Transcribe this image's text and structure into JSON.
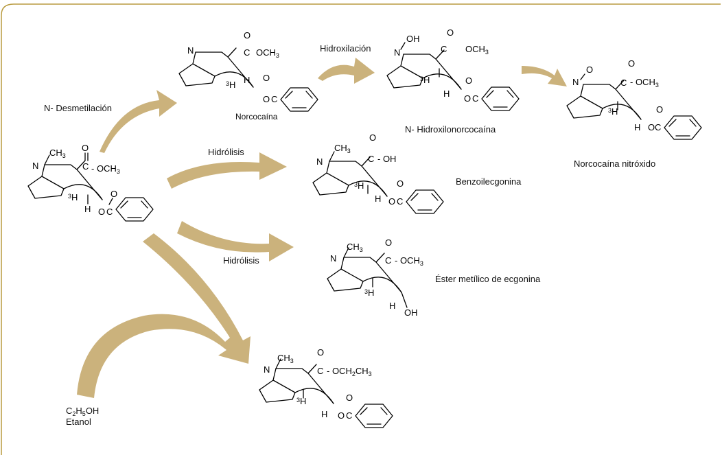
{
  "colors": {
    "frame": "#b89a3e",
    "arrow": "#cbb27c",
    "bond": "#000000",
    "text": "#111111"
  },
  "atoms": {
    "N": "N",
    "O": "O",
    "C": "C",
    "H": "H",
    "OH": "OH",
    "CH": "CH",
    "three": "3",
    "two": "2",
    "five": "5",
    "OCH": "OCH",
    "dashOCH": "- OCH",
    "dashOH": "- OH",
    "dashOCH2CH": "- OCH",
    "three_sub": "3",
    "two_sub": "2"
  },
  "labels": {
    "n_demethylation": "N- Desmetilación",
    "hydroxylation": "Hidroxilación",
    "hydrolysis_1": "Hidrólisis",
    "hydrolysis_2": "Hidrólisis",
    "ethanol_formula_c": "C",
    "ethanol_formula_h": "H",
    "ethanol_formula_oh": "OH",
    "ethanol_name": "Etanol"
  },
  "compounds": {
    "norcocaine": "Norcocaína",
    "n_hydroxynorcocaine": "N- Hidroxilonorcocaína",
    "norcocaine_nitroxide": "Norcocaína  nitróxido",
    "benzoylecgonine": "Benzoilecgonina",
    "ecgonine_methyl_ester": "Éster metílico de ecgonina"
  }
}
